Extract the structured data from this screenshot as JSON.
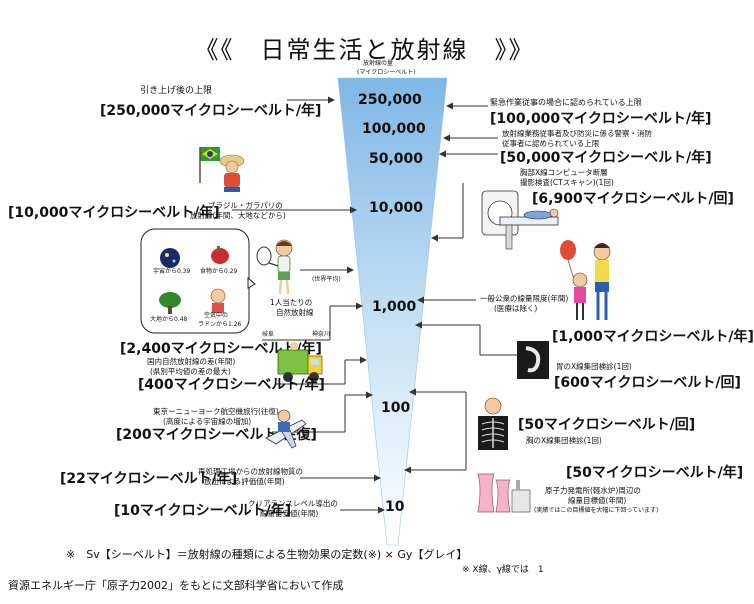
{
  "title": "《《　日常生活と放射線　》》",
  "axis": {
    "header1": "放射線の量",
    "header2": "(マイクロシーベルト)"
  },
  "scale_labels": [
    "250,000",
    "100,000",
    "50,000",
    "10,000",
    "1,000",
    "100",
    "10"
  ],
  "left": {
    "l1_caption": "引き上げ後の上限",
    "l1_value": "[250,000マイクロシーベルト/年]",
    "l2_caption1": "ブラジル・ガラパリの",
    "l2_caption2": "放射線(年間、大地などから)",
    "l2_value": "[10,000マイクロシーベルト/年]",
    "cosmic": "宇宙から0.39",
    "food": "食物から0.29",
    "earth": "大地から0.48",
    "radon1": "空気中の",
    "radon2": "ラドンから1.26",
    "world_avg": "(世界平均)",
    "person1": "1人当たりの",
    "person2": "自然放射線",
    "gifu": "岐阜",
    "kanagawa": "神奈川",
    "l3_value": "[2,400マイクロシーベルト/年]",
    "l3_caption1": "国内自然放射線の差(年間)",
    "l3_caption2": "(県別平均値の差の最大)",
    "l4_value": "[400マイクロシーベルト/年]",
    "l5_caption1": "東京ーニューヨーク航空機旅行(往復)",
    "l5_caption2": "(高度による宇宙線の増加)",
    "l5_value": "[200マイクロシーベルト/往復]",
    "l6_value": "[22マイクロシーベルト/年]",
    "l6_caption1": "再処理工場からの放射線物質の",
    "l6_caption2": "放出による評価値(年間)",
    "l7_value": "[10マイクロシーベルト/年]",
    "l7_caption1": "クリアランスレベル導出の",
    "l7_caption2": "線量目安値(年間)"
  },
  "right": {
    "r1_caption": "緊急作業従事の場合に認められている上限",
    "r1_value": "[100,000マイクロシーベルト/年]",
    "r2_caption1": "放射線業務従事者及び防災に係る警察・消防",
    "r2_caption2": "従事者に認められている上限",
    "r2_value": "[50,000マイクロシーベルト/年]",
    "r3_caption1": "胸部X線コンピュータ断層",
    "r3_caption2": "撮影検査(CTスキャン)(1回)",
    "r3_value": "[6,900マイクロシーベルト/回]",
    "r4_caption1": "一般公衆の線量限度(年間)",
    "r4_caption2": "(医療は除く)",
    "r4_value": "[1,000マイクロシーベルト/年]",
    "r5_caption": "胃のX線集団検診(1回)",
    "r5_value": "[600マイクロシーベルト/回]",
    "r6_value": "[50マイクロシーベルト/回]",
    "r6_caption": "胸のX線集団検診(1回)",
    "r7_value": "[50マイクロシーベルト/年]",
    "r7_caption1": "原子力発電所(軽水炉)周辺の",
    "r7_caption2": "線量目標値(年間)",
    "r7_caption3": "(実績ではこの目標値を大幅に下回っています)"
  },
  "footnote": "※　Sv【シーベルト】＝放射線の種類による生物効果の定数(※) × Gy【グレイ】",
  "footnote_sub": "※ X線、γ線では　1",
  "source": "資源エネルギー庁「原子力2002」をもとに文部科学省において作成"
}
